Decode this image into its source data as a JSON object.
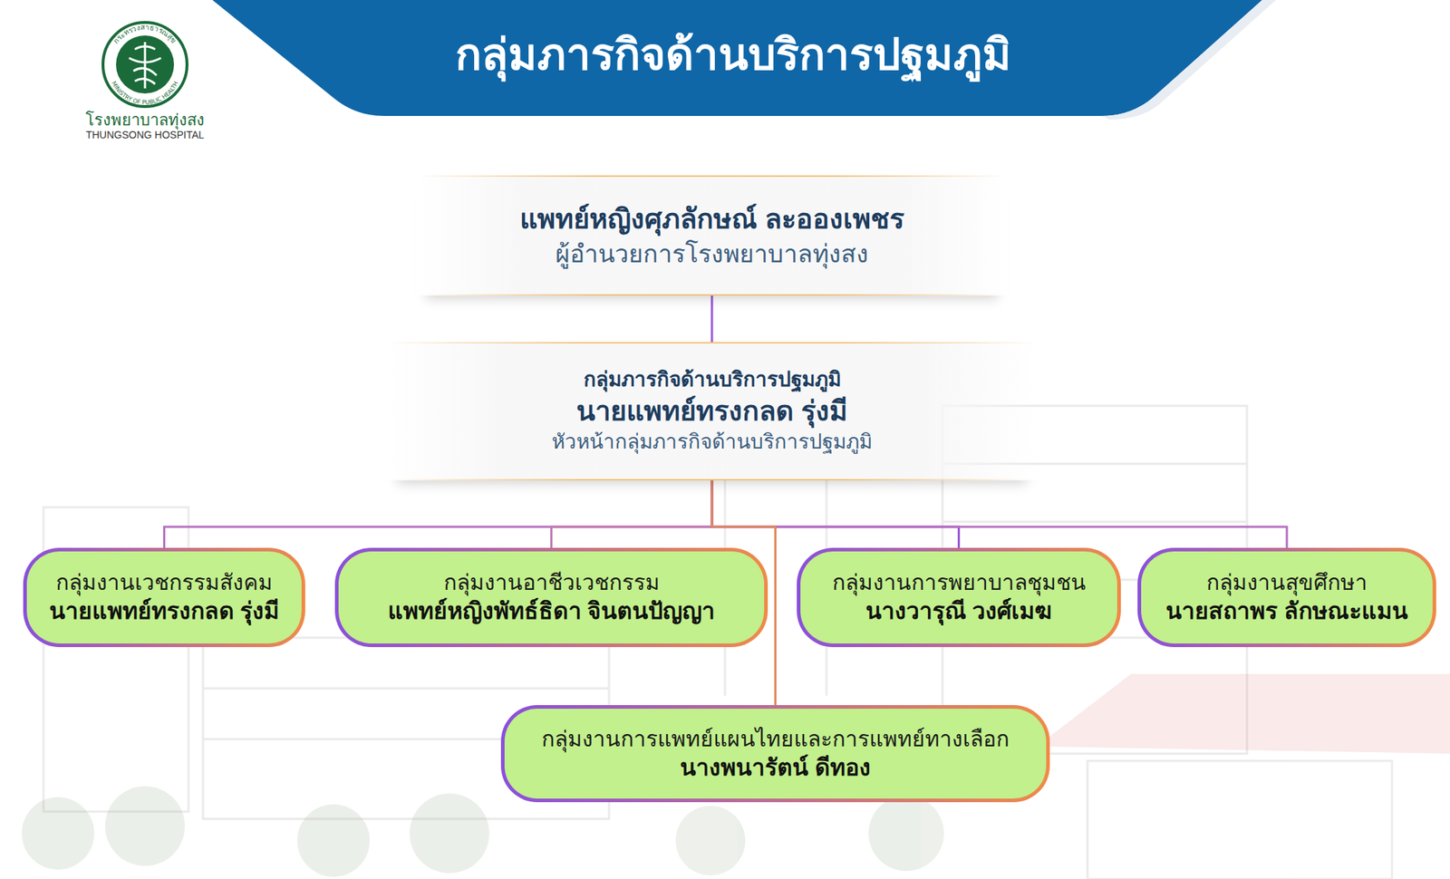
{
  "diagram": {
    "title": "กลุ่มภารกิจด้านบริการปฐมภูมิ",
    "nodes": [
      {
        "text": [
          "แพทย์หญิงศุภลักษณ์ ละอองเพชร",
          "ผู้อำนวยการโรงพยาบาลทุ่งสง"
        ]
      },
      {
        "text": [
          "กลุ่มภารกิจด้านบริการปฐมภูมิ",
          "นายแพทย์ทรงกลด รุ่งมี",
          "หัวหน้ากลุ่มภารกิจด้านบริการปฐมภูมิ"
        ]
      },
      {
        "text": [
          "กลุ่มงานเวชกรรมสังคม",
          "นายแพทย์ทรงกลด รุ่งมี"
        ]
      },
      {
        "text": [
          "กลุ่มงานอาชีวเวชกรรม",
          "แพทย์หญิงพัทธ์ธิดา จินตนปัญญา"
        ]
      },
      {
        "text": [
          "กลุ่มงานการพยาบาลชุมชน",
          "นางวารุณี วงศ์เมฆ"
        ]
      },
      {
        "text": [
          "กลุ่มงานสุขศึกษา",
          "นายสถาพร ลักษณะแมน"
        ]
      },
      {
        "text": [
          "กลุ่มงานการแพทย์แผนไทยและการแพทย์ทางเลือก",
          "นางพนารัตน์ ดีทอง"
        ]
      }
    ],
    "edges": [
      {
        "from": 0,
        "to": 1,
        "arrow": "none"
      },
      {
        "from": 1,
        "to": 2,
        "arrow": "none"
      },
      {
        "from": 1,
        "to": 3,
        "arrow": "none"
      },
      {
        "from": 1,
        "to": 4,
        "arrow": "none"
      },
      {
        "from": 1,
        "to": 5,
        "arrow": "none"
      },
      {
        "from": 1,
        "to": 6,
        "arrow": "none"
      }
    ],
    "labels": [
      "กระทรวงสาธารณสุข",
      "MINISTRY OF PUBLIC HEALTH",
      "โรงพยาบาลทุ่งสง",
      "THUNGSONG HOSPITAL"
    ]
  }
}
